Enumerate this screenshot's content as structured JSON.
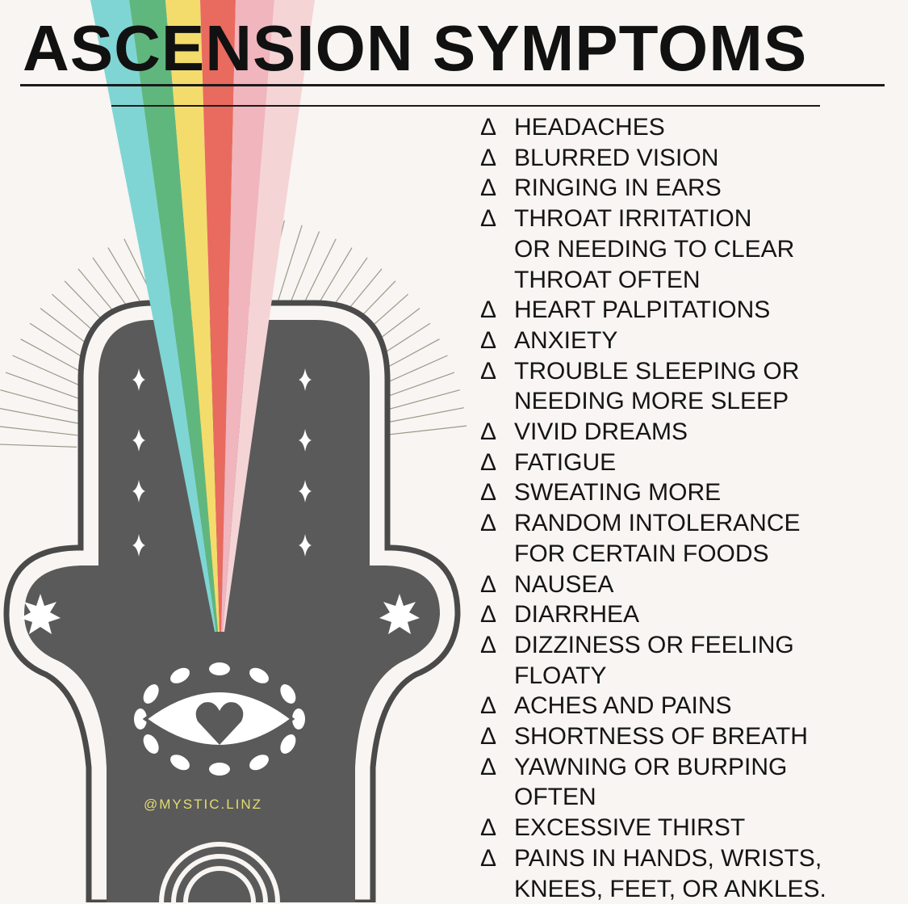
{
  "title": "ASCENSION SYMPTOMS",
  "bullet": "Δ",
  "watermark": "@MYSTIC.LINZ",
  "symptoms": [
    [
      "HEADACHES"
    ],
    [
      "BLURRED VISION"
    ],
    [
      "RINGING IN EARS"
    ],
    [
      "THROAT IRRITATION",
      "OR NEEDING TO CLEAR",
      "THROAT OFTEN"
    ],
    [
      "HEART PALPITATIONS"
    ],
    [
      "ANXIETY"
    ],
    [
      "TROUBLE SLEEPING OR",
      "NEEDING MORE SLEEP"
    ],
    [
      "VIVID DREAMS"
    ],
    [
      "FATIGUE"
    ],
    [
      "SWEATING MORE"
    ],
    [
      "RANDOM INTOLERANCE",
      "FOR CERTAIN FOODS"
    ],
    [
      "NAUSEA"
    ],
    [
      "DIARRHEA"
    ],
    [
      "DIZZINESS OR FEELING",
      "FLOATY"
    ],
    [
      "ACHES AND PAINS"
    ],
    [
      "SHORTNESS OF BREATH"
    ],
    [
      "YAWNING OR BURPING",
      "OFTEN"
    ],
    [
      "EXCESSIVE THIRST"
    ],
    [
      "PAINS IN HANDS, WRISTS,",
      "KNEES, FEET, OR ANKLES."
    ]
  ],
  "colors": {
    "beams": [
      "#7fd5d4",
      "#5fb77d",
      "#f3dc6c",
      "#e96a5f",
      "#f0b5bd",
      "#f5d4d6"
    ],
    "hamsa": "#5a5a5a",
    "watermark": "#e3dc72"
  }
}
